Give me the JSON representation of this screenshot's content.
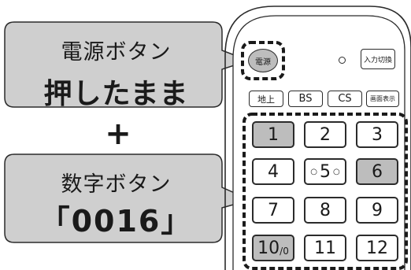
{
  "callout_top": {
    "line1": "電源ボタン",
    "line2": "押したまま"
  },
  "plus_sign": "+",
  "callout_bottom": {
    "line1": "数字ボタン",
    "line2": "「0016」"
  },
  "remote": {
    "power_label": "電源",
    "input_switch_label": "入力切換",
    "broadcast_buttons": [
      "地上",
      "BS",
      "CS",
      "画面表示"
    ],
    "number_buttons": [
      {
        "label": "1",
        "highlighted": true
      },
      {
        "label": "2",
        "highlighted": false
      },
      {
        "label": "3",
        "highlighted": false
      },
      {
        "label": "4",
        "highlighted": false
      },
      {
        "label": "5",
        "highlighted": false
      },
      {
        "label": "6",
        "highlighted": true
      },
      {
        "label": "7",
        "highlighted": false
      },
      {
        "label": "8",
        "highlighted": false
      },
      {
        "label": "9",
        "highlighted": false
      },
      {
        "label": "10",
        "sub": "/0",
        "highlighted": true
      },
      {
        "label": "11",
        "highlighted": false
      },
      {
        "label": "12",
        "highlighted": false
      }
    ]
  },
  "colors": {
    "callout_fill": "#cfcfcf",
    "highlight_button": "#bdbdbd",
    "outline": "#2b2b2b"
  }
}
